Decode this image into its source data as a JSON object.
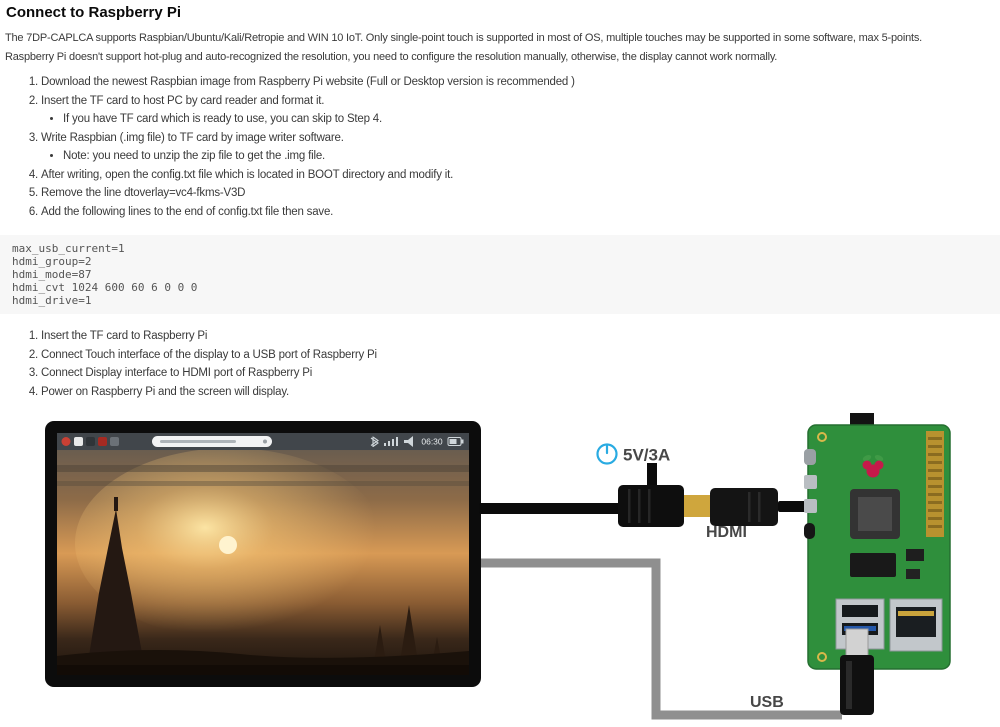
{
  "doc": {
    "title": "Connect to Raspberry Pi",
    "intro": [
      "The 7DP-CAPLCA supports Raspbian/Ubuntu/Kali/Retropie and WIN 10 IoT. Only single-point touch is supported in most of OS, multiple touches may be supported in some software, max 5-points.",
      "Raspberry Pi doesn't support hot-plug and auto-recognized the resolution, you need to configure the resolution manually, otherwise, the display cannot work normally."
    ],
    "setup_steps": [
      {
        "text": "Download the newest Raspbian image from Raspberry Pi website  (Full or Desktop version is recommended )"
      },
      {
        "text": "Insert the TF card to host PC by card reader and format it.",
        "sub": "If you have TF card which is ready to use, you can skip to Step 4."
      },
      {
        "text": "Write Raspbian (.img file) to TF card by image writer software.",
        "sub": "Note: you need to unzip the zip file to get the .img file."
      },
      {
        "text": "After writing, open the config.txt file which is located in BOOT directory and modify it."
      },
      {
        "text": "Remove the line dtoverlay=vc4-fkms-V3D"
      },
      {
        "text": "Add the following lines to the end of config.txt file then save."
      }
    ],
    "config_lines": [
      "max_usb_current=1",
      "hdmi_group=2",
      "hdmi_mode=87",
      "hdmi_cvt 1024 600 60 6 0 0 0",
      "hdmi_drive=1"
    ],
    "connect_steps": [
      "Insert the TF card to Raspberry Pi",
      "Connect Touch interface of the display to a USB port of Raspberry Pi",
      "Connect Display interface to HDMI port of Raspberry Pi",
      "Power on Raspberry Pi and the screen will display."
    ],
    "illustration": {
      "power_label": "5V/3A",
      "hdmi_label": "HDMI",
      "usb_label": "USB",
      "status_time": "06:30",
      "accent_blue": "#29abe2",
      "board_green": "#2f8f3c"
    }
  }
}
